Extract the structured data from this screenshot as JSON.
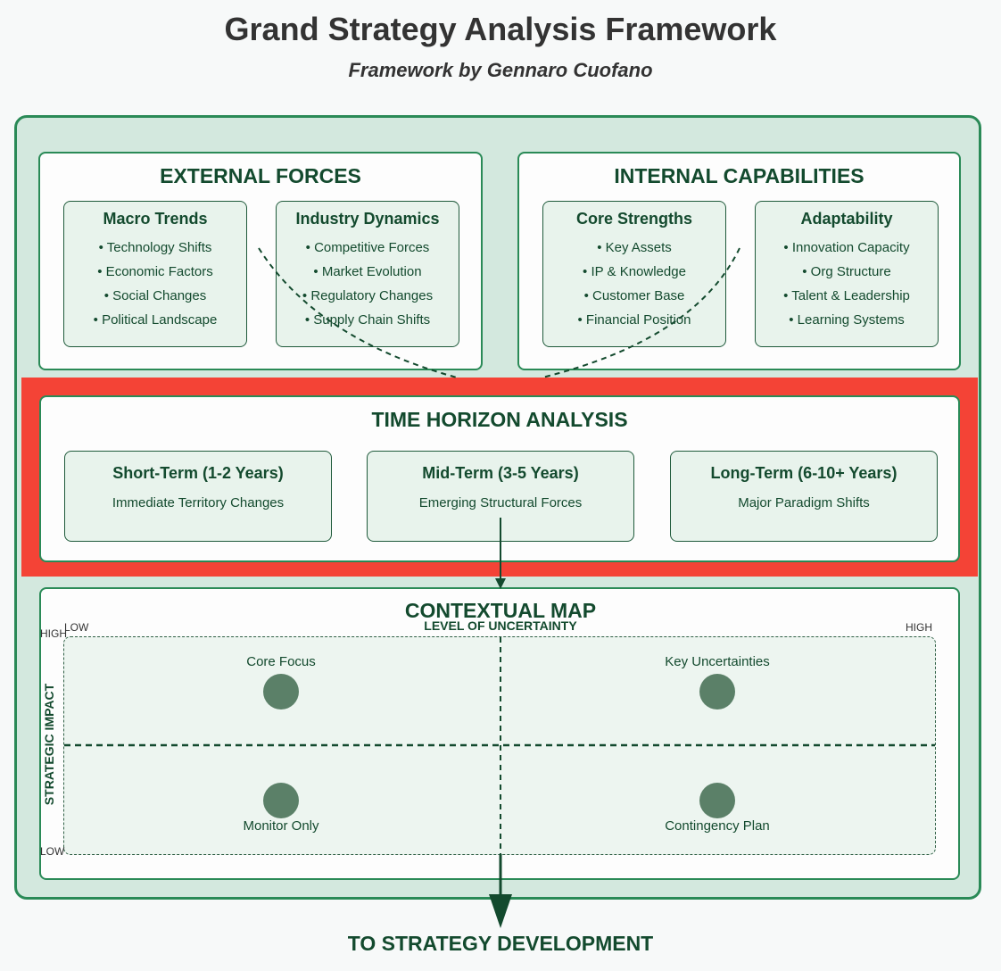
{
  "header": {
    "title": "Grand Strategy Analysis Framework",
    "subtitle": "Framework by Gennaro Cuofano"
  },
  "external": {
    "title": "EXTERNAL FORCES",
    "cards": [
      {
        "title": "Macro Trends",
        "items": [
          "• Technology Shifts",
          "• Economic Factors",
          "• Social Changes",
          "• Political Landscape"
        ]
      },
      {
        "title": "Industry Dynamics",
        "items": [
          "• Competitive Forces",
          "• Market Evolution",
          "• Regulatory Changes",
          "• Supply Chain Shifts"
        ]
      }
    ]
  },
  "internal": {
    "title": "INTERNAL CAPABILITIES",
    "cards": [
      {
        "title": "Core Strengths",
        "items": [
          "• Key Assets",
          "• IP & Knowledge",
          "• Customer Base",
          "• Financial Position"
        ]
      },
      {
        "title": "Adaptability",
        "items": [
          "• Innovation Capacity",
          "• Org Structure",
          "• Talent & Leadership",
          "• Learning Systems"
        ]
      }
    ]
  },
  "time_horizon": {
    "title": "TIME HORIZON ANALYSIS",
    "cards": [
      {
        "title": "Short-Term (1-2 Years)",
        "desc": "Immediate Territory Changes"
      },
      {
        "title": "Mid-Term (3-5 Years)",
        "desc": "Emerging Structural Forces"
      },
      {
        "title": "Long-Term (6-10+ Years)",
        "desc": "Major Paradigm Shifts"
      }
    ]
  },
  "contextual_map": {
    "title": "CONTEXTUAL MAP",
    "x_axis": {
      "title": "LEVEL OF UNCERTAINTY",
      "low": "LOW",
      "high": "HIGH"
    },
    "y_axis": {
      "title": "STRATEGIC IMPACT",
      "high": "HIGH",
      "low": "LOW"
    },
    "quadrants": {
      "top_left": "Core Focus",
      "top_right": "Key Uncertainties",
      "bottom_left": "Monitor Only",
      "bottom_right": "Contingency Plan"
    }
  },
  "footer": {
    "label": "TO STRATEGY DEVELOPMENT"
  },
  "colors": {
    "accent": "#2a8a57",
    "dark_green": "#134a2e",
    "highlight": "#f44336",
    "background": "#d3e8de"
  }
}
